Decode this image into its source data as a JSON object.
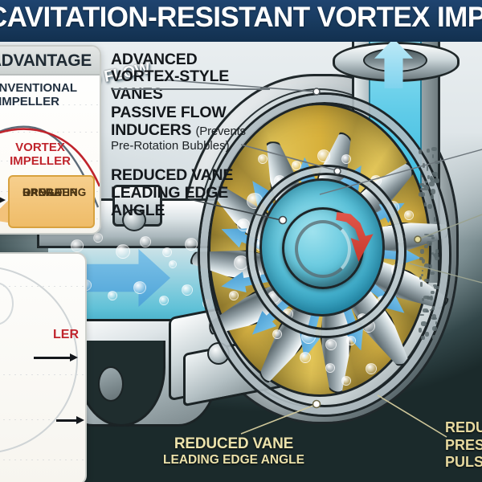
{
  "title": "CAVITATION-RESISTANT VORTEX IMPELLER",
  "colors": {
    "title_bar": "#183a5e",
    "accent_red": "#c0242c",
    "callout_orange": "#efbc68",
    "label_cream": "#ece2ab",
    "water_blue": "#4ea4d8",
    "vane_gold": "#d8b13c",
    "metal_silver": "#c9d4d8",
    "dark_backdrop": "#1c2a2a"
  },
  "panel_advantage": {
    "header": "ADVANTAGE",
    "conventional_label": "CONVENTIONAL IMPELLER",
    "conventional_line1": "CONVENTIONAL",
    "conventional_line2": "IMPELLER",
    "vortex_line1": "VORTEX",
    "vortex_line2": "IMPELLER",
    "callout_line1": "BROADER",
    "callout_line2": "OPERATING",
    "callout_line3": "RANGE"
  },
  "panel_lower": {
    "impeller_label_cropped": "LER"
  },
  "annotations": {
    "vanes_line1": "ADVANCED",
    "vanes_line2": "VORTEX-STYLE VANES",
    "inducers_line1": "PASSIVE FLOW",
    "inducers_line2": "INDUCERS",
    "inducers_paren1": "(Prevents",
    "inducers_paren2": "Pre-Rotation Bubbles)",
    "reduced_line1": "REDUCED VANE",
    "reduced_line2": "LEADING EDGE",
    "reduced_line3": "ANGLE",
    "high_speed_flow": "HIGH-SPEED FLOW",
    "bottom_line1": "REDUCED VANE",
    "bottom_line2": "LEADING EDGE ANGLE",
    "right_line1": "REDUCED",
    "right_line2": "PRESSURE",
    "right_line3": "PULSATIONS"
  },
  "chart_data": {
    "type": "line",
    "title": "ADVANTAGE",
    "xlabel": "",
    "ylabel": "",
    "series": [
      {
        "name": "CONVENTIONAL IMPELLER",
        "color": "#223141",
        "x": [
          0,
          1,
          2,
          3,
          4,
          5,
          6
        ],
        "values": [
          22,
          52,
          70,
          74,
          64,
          40,
          14
        ]
      },
      {
        "name": "VORTEX IMPELLER",
        "color": "#c0242c",
        "x": [
          0,
          1,
          2,
          3,
          4,
          5,
          6
        ],
        "values": [
          30,
          55,
          68,
          72,
          70,
          62,
          48
        ]
      }
    ],
    "annotation": "BROADER OPERATING RANGE",
    "grid": true,
    "legend": "inline-labels"
  }
}
